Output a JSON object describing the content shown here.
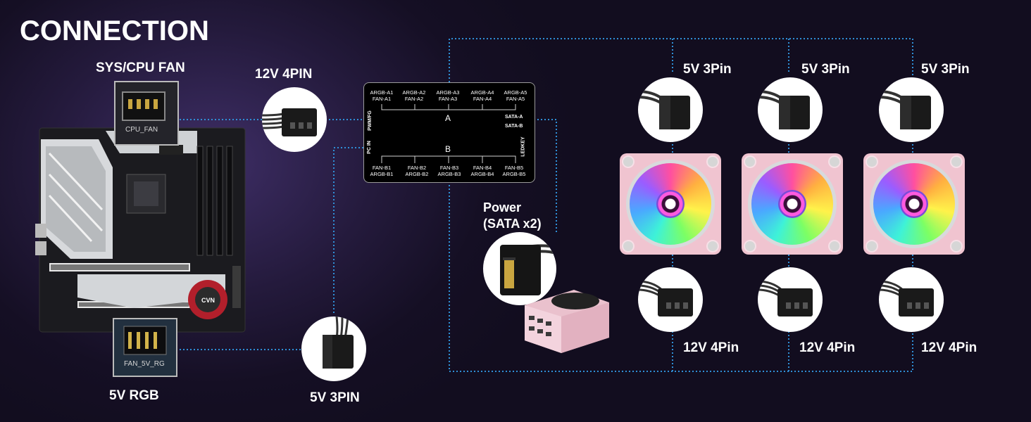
{
  "title": "CONNECTION",
  "labels": {
    "sys_cpu_fan": "SYS/CPU FAN",
    "twelve_v_4pin_top": "12V 4PIN",
    "five_v_rgb": "5V RGB",
    "five_v_3pin_bottom": "5V 3PIN",
    "power": "Power",
    "sata_x2": "(SATA x2)",
    "fan_top_labels": [
      "5V 3Pin",
      "5V 3Pin",
      "5V 3Pin"
    ],
    "fan_bottom_labels": [
      "12V 4Pin",
      "12V 4Pin",
      "12V 4Pin"
    ]
  },
  "motherboard": {
    "header_silkscreen": "CPU_FAN",
    "rgb_silkscreen": "FAN_5V_RG",
    "brand": "CVN"
  },
  "hub": {
    "top_ports": [
      {
        "line1": "ARGB-A1",
        "line2": "FAN-A1"
      },
      {
        "line1": "ARGB-A2",
        "line2": "FAN-A2"
      },
      {
        "line1": "ARGB-A3",
        "line2": "FAN-A3"
      },
      {
        "line1": "ARGB-A4",
        "line2": "FAN-A4"
      },
      {
        "line1": "ARGB-A5",
        "line2": "FAN-A5"
      }
    ],
    "bottom_ports": [
      {
        "line1": "FAN-B1",
        "line2": "ARGB-B1"
      },
      {
        "line1": "FAN-B2",
        "line2": "ARGB-B2"
      },
      {
        "line1": "FAN-B3",
        "line2": "ARGB-B3"
      },
      {
        "line1": "FAN-B4",
        "line2": "ARGB-B4"
      },
      {
        "line1": "FAN-B5",
        "line2": "ARGB-B5"
      }
    ],
    "group_a": "A",
    "group_b": "B",
    "sata_a": "SATA-A",
    "sata_b": "SATA-B",
    "pwm_fg": "PWM/FG",
    "pc_in": "PC IN",
    "ledkey": "LEDKEY"
  },
  "colors": {
    "connector_line": "#2f8fd6",
    "fan_frame": "#f0c4d0",
    "background": "#150f24"
  }
}
